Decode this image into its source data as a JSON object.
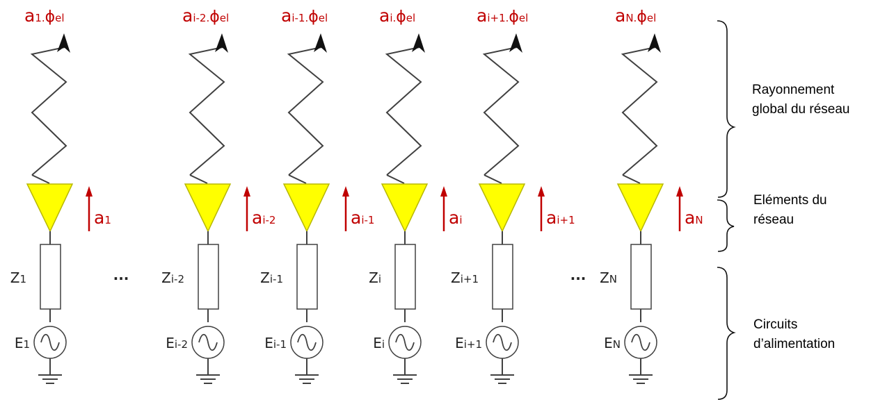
{
  "columns": [
    {
      "id": "1",
      "output": {
        "a": "a",
        "sub": "1",
        "dot": ".",
        "phi": "ϕ",
        "el": "el"
      },
      "amp": {
        "a": "a",
        "sub": "1"
      },
      "z": {
        "a": "Z",
        "sub": "1"
      },
      "e": {
        "a": "E",
        "sub": "1"
      }
    },
    {
      "id": "i-2",
      "output": {
        "a": "a",
        "sub": "i-2",
        "dot": ".",
        "phi": "ϕ",
        "el": "el"
      },
      "amp": {
        "a": "a",
        "sub": "i-2"
      },
      "z": {
        "a": "Z",
        "sub": "i-2"
      },
      "e": {
        "a": "E",
        "sub": "i-2"
      }
    },
    {
      "id": "i-1",
      "output": {
        "a": "a",
        "sub": "i-1",
        "dot": ".",
        "phi": "ϕ",
        "el": "el"
      },
      "amp": {
        "a": "a",
        "sub": "i-1"
      },
      "z": {
        "a": "Z",
        "sub": "i-1"
      },
      "e": {
        "a": "E",
        "sub": "i-1"
      }
    },
    {
      "id": "i",
      "output": {
        "a": "a",
        "sub": "i",
        "dot": ".",
        "phi": "ϕ",
        "el": "el"
      },
      "amp": {
        "a": "a",
        "sub": "i"
      },
      "z": {
        "a": "Z",
        "sub": "i"
      },
      "e": {
        "a": "E",
        "sub": "i"
      }
    },
    {
      "id": "i+1",
      "output": {
        "a": "a",
        "sub": "i+1",
        "dot": ".",
        "phi": "ϕ",
        "el": "el"
      },
      "amp": {
        "a": "a",
        "sub": "i+1"
      },
      "z": {
        "a": "Z",
        "sub": "i+1"
      },
      "e": {
        "a": "E",
        "sub": "i+1"
      }
    },
    {
      "id": "N",
      "output": {
        "a": "a",
        "sub": "N",
        "dot": ".",
        "phi": "ϕ",
        "el": "el"
      },
      "amp": {
        "a": "a",
        "sub": "N"
      },
      "z": {
        "a": "Z",
        "sub": "N"
      },
      "e": {
        "a": "E",
        "sub": "N"
      }
    }
  ],
  "ellipsis": "...",
  "brackets": {
    "radiation": [
      "Rayonnement",
      "global du réseau"
    ],
    "elements": [
      "Eléments du",
      "réseau"
    ],
    "circuits": [
      "Circuits",
      "d’alimentation"
    ]
  },
  "colors": {
    "label_red": "#c00000",
    "antenna_yellow": "#ffff00",
    "antenna_outline": "#b8b800",
    "line": "#404040",
    "text": "#222222"
  }
}
